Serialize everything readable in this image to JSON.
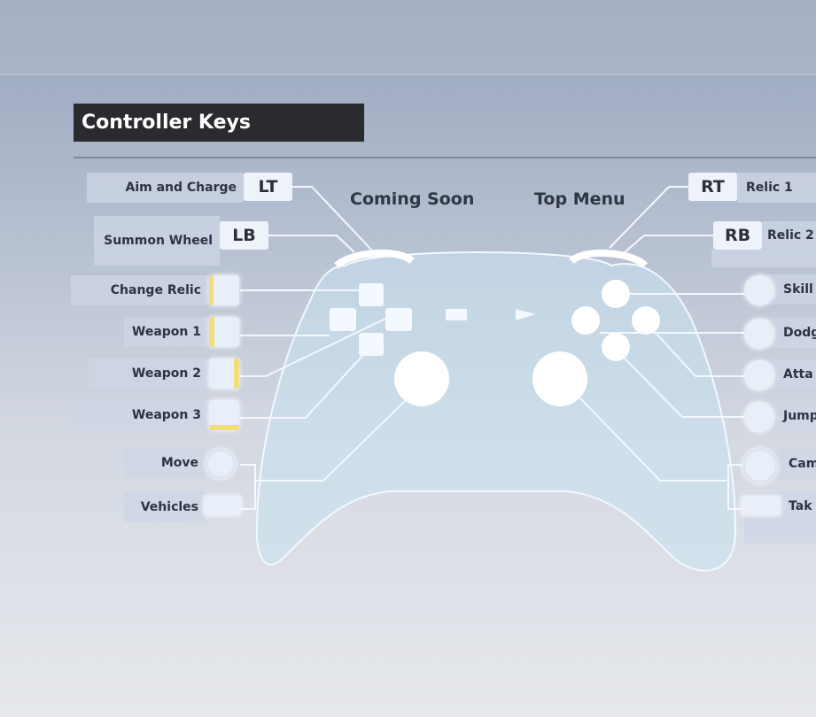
{
  "title": "Controller Keys",
  "center": {
    "coming_soon": "Coming Soon",
    "top_menu": "Top Menu"
  },
  "left": [
    {
      "label": "Aim and Charge",
      "key": "LT"
    },
    {
      "label": "Summon Wheel",
      "key": "LB"
    },
    {
      "label": "Change Relic"
    },
    {
      "label": "Weapon 1"
    },
    {
      "label": "Weapon 2"
    },
    {
      "label": "Weapon 3"
    },
    {
      "label": "Move"
    },
    {
      "label": "Vehicles"
    }
  ],
  "right": [
    {
      "label": "Relic 1",
      "key": "RT"
    },
    {
      "label": "Relic 2",
      "key": "RB"
    },
    {
      "label": "Skill"
    },
    {
      "label": "Dodg"
    },
    {
      "label": "Atta"
    },
    {
      "label": "Jump"
    },
    {
      "label": "Cam"
    },
    {
      "label": "Tak"
    }
  ]
}
